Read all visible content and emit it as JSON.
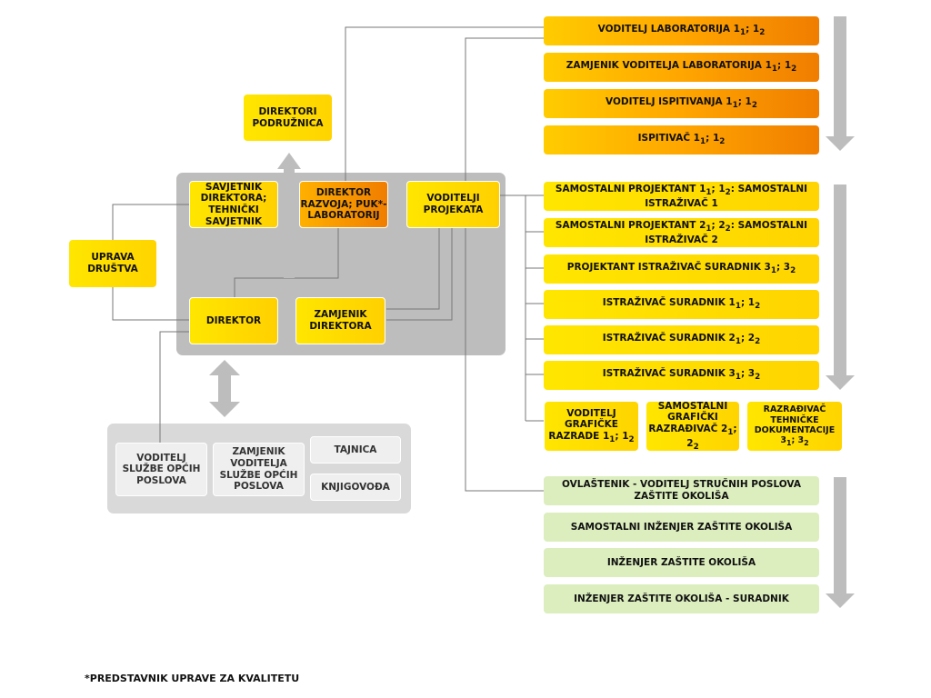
{
  "boxes": {
    "direktori_podruznica": "DIREKTORI PODRUŽNICA",
    "savjetnik": "SAVJETNIK DIREKTORA; TEHNIČKI SAVJETNIK",
    "direktor_razvoja": "DIREKTOR RAZVOJA; PUK*- LABORATORIJ",
    "voditelji_projekata": "VODITELJI PROJEKATA",
    "uprava": "UPRAVA DRUŠTVA",
    "direktor": "DIREKTOR",
    "zamjenik_direktora": "ZAMJENIK DIREKTORA",
    "voditelj_sluzbe": "VODITELJ SLUŽBE OPĆIH POSLOVA",
    "zamjenik_voditelja_sluzbe": "ZAMJENIK VODITELJA SLUŽBE OPĆIH POSLOVA",
    "tajnica": "TAJNICA",
    "knjigovoda": "KNJIGOVOĐA"
  },
  "lab_roles": [
    {
      "text": "VODITELJ LABORATORIJA 1",
      "s1": "1",
      "mid": "; 1",
      "s2": "2"
    },
    {
      "text": "ZAMJENIK VODITELJA LABORATORIJA 1",
      "s1": "1",
      "mid": "; 1",
      "s2": "2"
    },
    {
      "text": "VODITELJ ISPITIVANJA 1",
      "s1": "1",
      "mid": "; 1",
      "s2": "2"
    },
    {
      "text": "ISPITIVAČ 1",
      "s1": "1",
      "mid": "; 1",
      "s2": "2"
    }
  ],
  "project_roles": [
    {
      "text": "SAMOSTALNI PROJEKTANT 1",
      "s1": "1",
      "mid": "; 1",
      "s2": "2",
      "tail": ": SAMOSTALNI ISTRAŽIVAČ 1"
    },
    {
      "text": "SAMOSTALNI PROJEKTANT 2",
      "s1": "1",
      "mid": "; 2",
      "s2": "2",
      "tail": ": SAMOSTALNI ISTRAŽIVAČ 2"
    },
    {
      "text": "PROJEKTANT ISTRAŽIVAČ SURADNIK 3",
      "s1": "1",
      "mid": "; 3",
      "s2": "2",
      "tail": ""
    },
    {
      "text": "ISTRAŽIVAČ SURADNIK 1",
      "s1": "1",
      "mid": "; 1",
      "s2": "2",
      "tail": ""
    },
    {
      "text": "ISTRAŽIVAČ SURADNIK 2",
      "s1": "1",
      "mid": "; 2",
      "s2": "2",
      "tail": ""
    },
    {
      "text": "ISTRAŽIVAČ SURADNIK 3",
      "s1": "1",
      "mid": "; 3",
      "s2": "2",
      "tail": ""
    }
  ],
  "graphic_roles": [
    {
      "l1": "VODITELJ",
      "l2": "GRAFIČKE",
      "l3": "RAZRADE 1",
      "s1": "1",
      "mid": "; 1",
      "s2": "2"
    },
    {
      "l1": "SAMOSTALNI",
      "l2": "GRAFIČKI",
      "l3": "RAZRAĐIVAČ 2",
      "s1": "1",
      "mid": "; 2",
      "s2": "2"
    },
    {
      "l1": "RAZRAĐIVAČ",
      "l2": "TEHNIČKE",
      "l3": "DOKUMENTACIJE 3",
      "s1": "1",
      "mid": "; 3",
      "s2": "2"
    }
  ],
  "env_roles": [
    "OVLAŠTENIK - VODITELJ STRUČNIH POSLOVA ZAŠTITE OKOLIŠA",
    "SAMOSTALNI INŽENJER ZAŠTITE OKOLIŠA",
    "INŽENJER ZAŠTITE OKOLIŠA",
    "INŽENJER ZAŠTITE OKOLIŠA - SURADNIK"
  ],
  "footnote": "*PREDSTAVNIK UPRAVE ZA KVALITETU",
  "colors": {
    "yellow": "#ffe000",
    "orange": "#f07d00",
    "grey_panel": "#bdbdbd",
    "light_panel": "#d9d9d9",
    "green": "#dceebe",
    "arrow": "#bdbdbd",
    "line": "#777777"
  }
}
